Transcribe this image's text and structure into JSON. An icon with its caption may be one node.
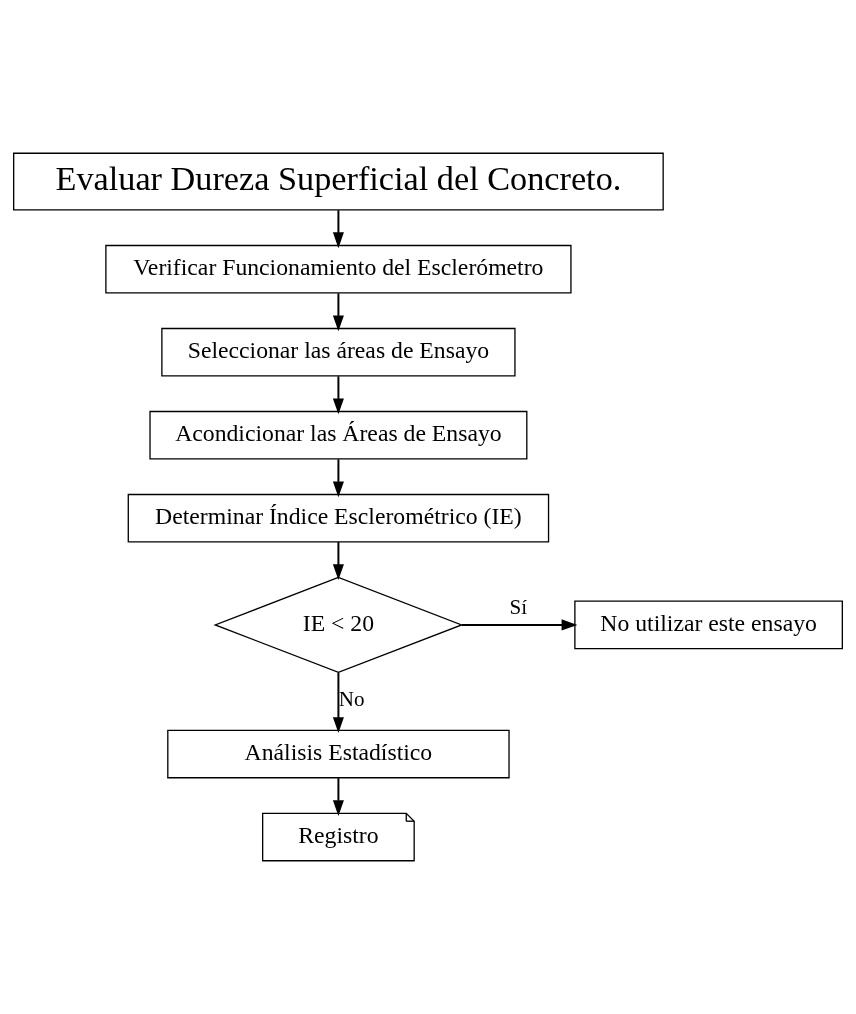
{
  "diagram": {
    "nodes": [
      {
        "text": [
          "Evaluar Dureza Superficial del Concreto."
        ]
      },
      {
        "text": [
          "Verificar Funcionamiento del Esclerómetro"
        ]
      },
      {
        "text": [
          "Seleccionar las áreas de Ensayo"
        ]
      },
      {
        "text": [
          "Acondicionar las Áreas de Ensayo"
        ]
      },
      {
        "text": [
          "Determinar Índice Esclerométrico (IE)"
        ]
      },
      {
        "text": [
          "IE < 20"
        ]
      },
      {
        "text": [
          "No utilizar este ensayo"
        ]
      },
      {
        "text": [
          "Análisis Estadístico"
        ]
      },
      {
        "text": [
          "Registro"
        ]
      }
    ],
    "edges": [
      {
        "from": 0,
        "to": 1,
        "arrow": "to"
      },
      {
        "from": 1,
        "to": 2,
        "arrow": "to"
      },
      {
        "from": 2,
        "to": 3,
        "arrow": "to"
      },
      {
        "from": 3,
        "to": 4,
        "arrow": "to"
      },
      {
        "from": 4,
        "to": 5,
        "arrow": "to"
      },
      {
        "from": 5,
        "to": 6,
        "arrow": "to",
        "label": "Sí"
      },
      {
        "from": 5,
        "to": 7,
        "arrow": "to",
        "label": "No"
      },
      {
        "from": 7,
        "to": 8,
        "arrow": "to"
      }
    ]
  }
}
